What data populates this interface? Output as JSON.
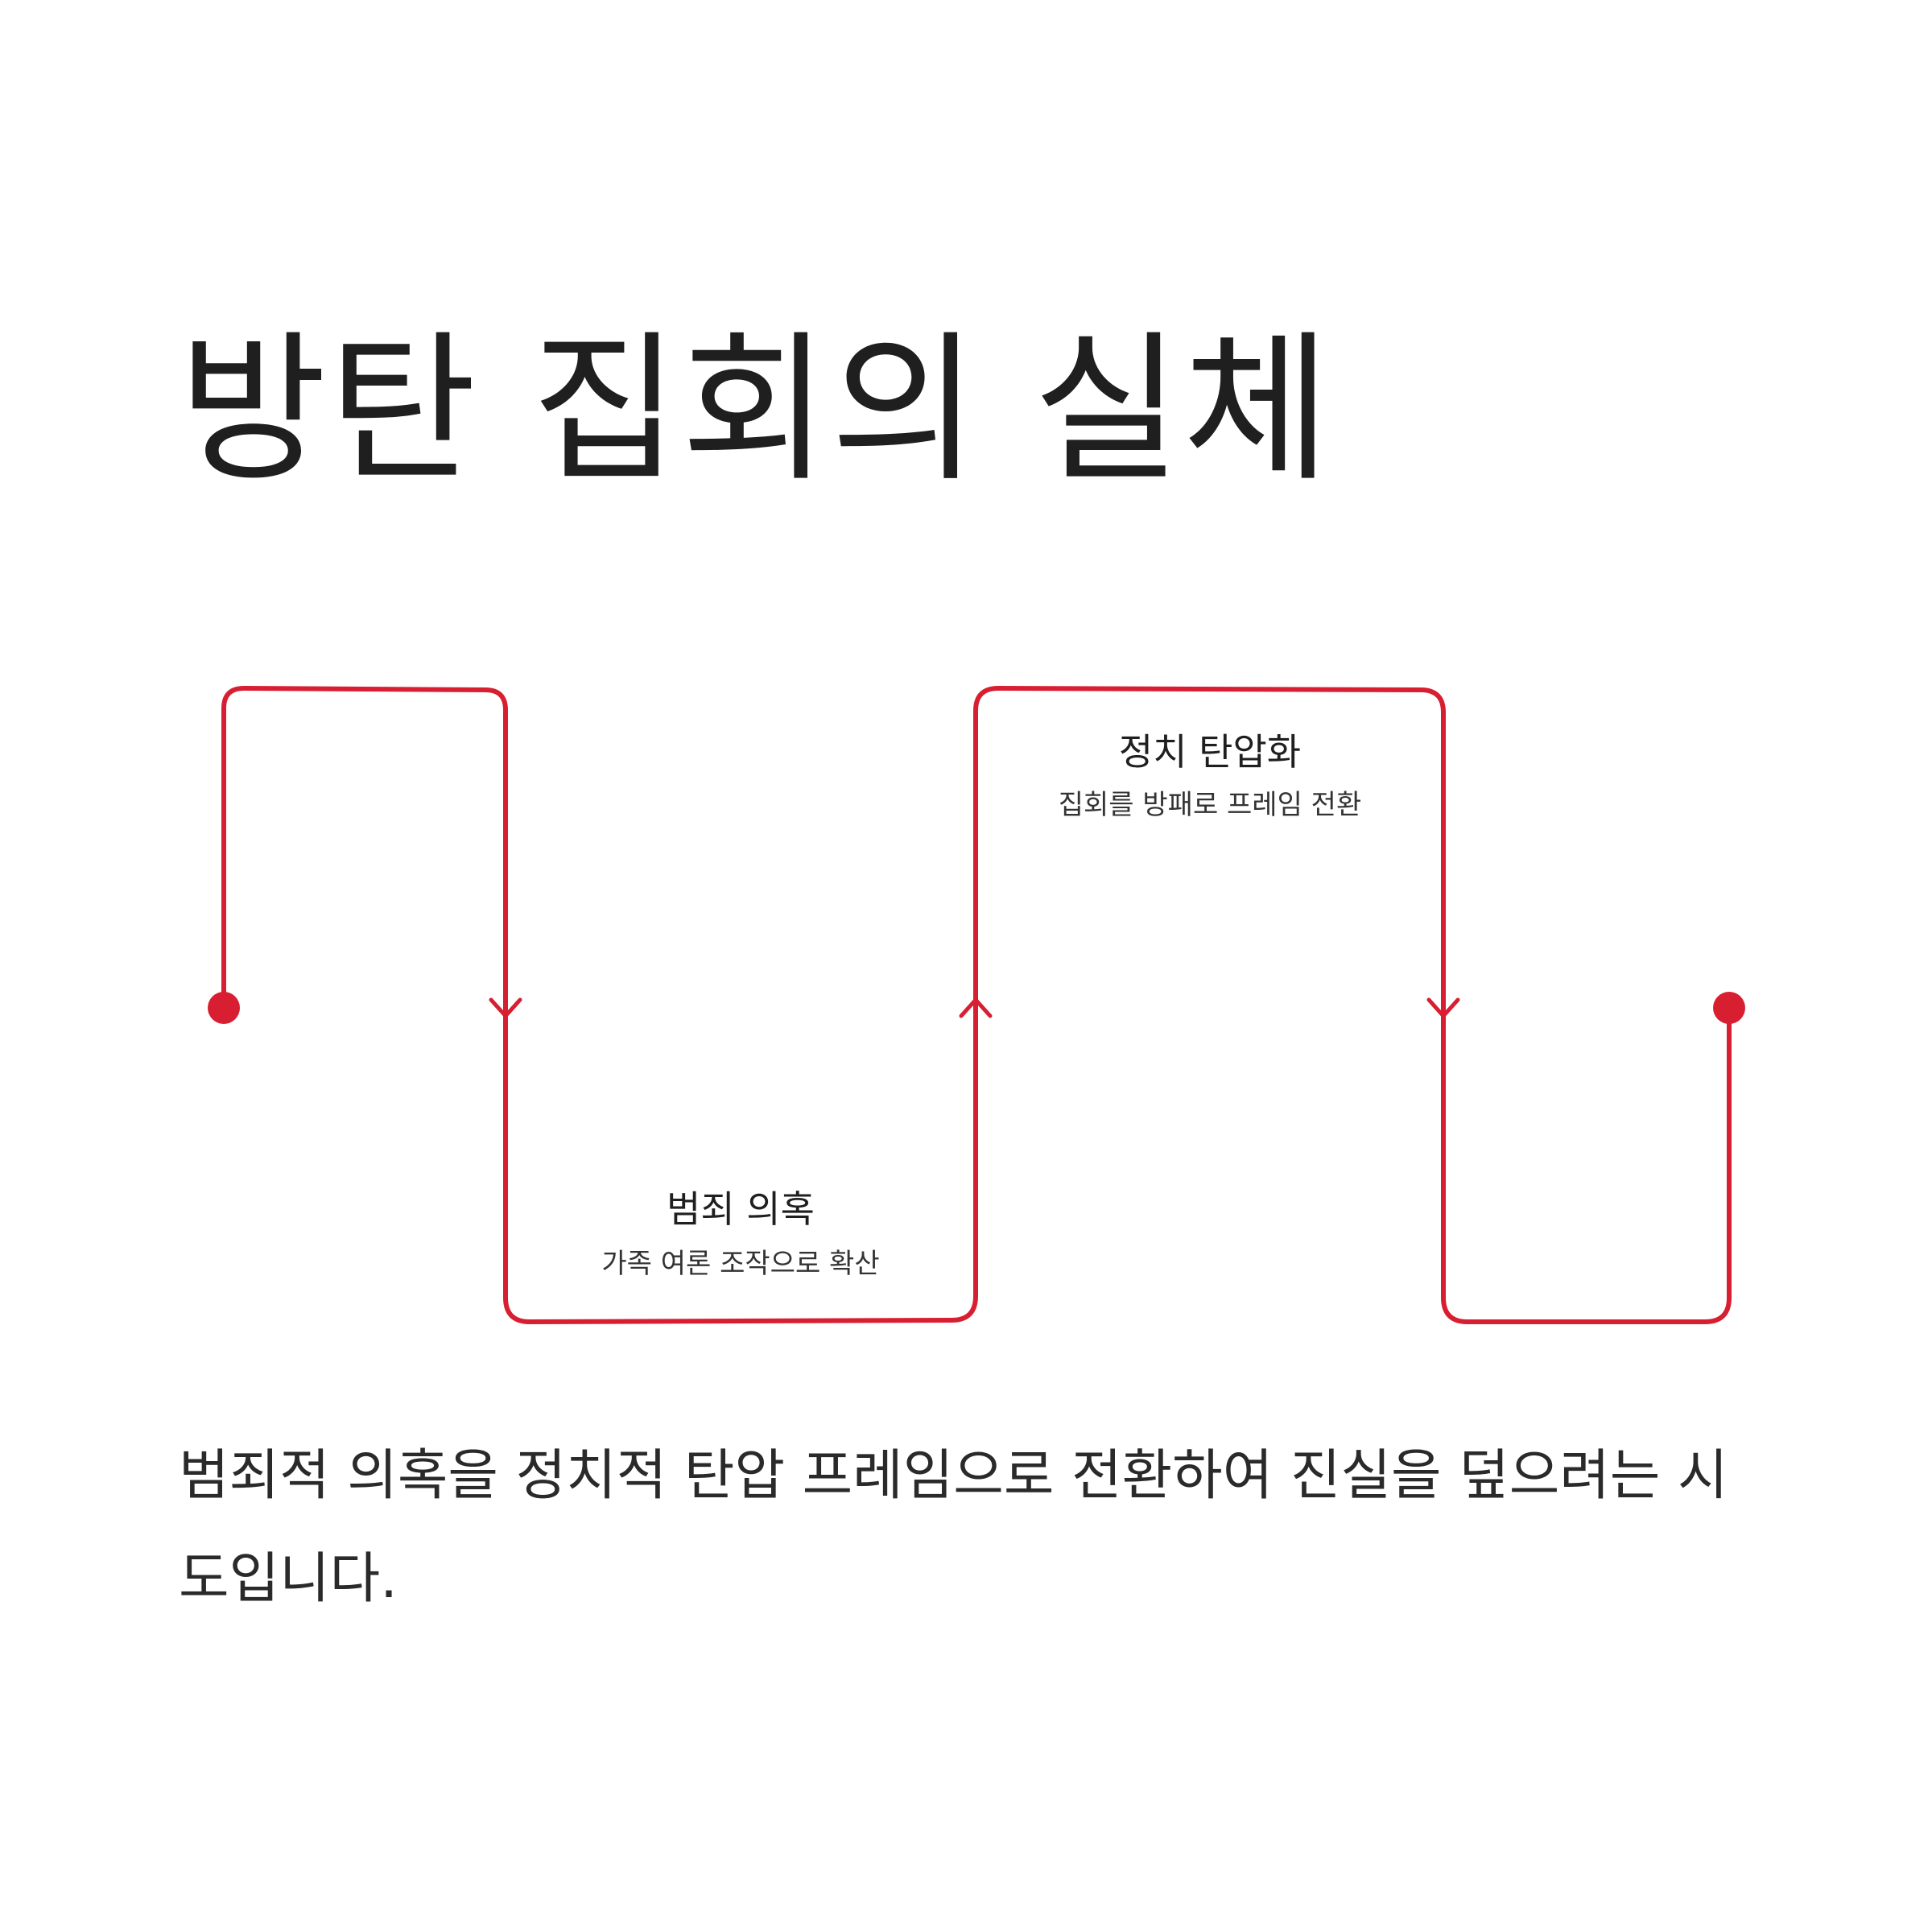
{
  "title": "방탄 집회의 실체",
  "accent_color": "#d81f32",
  "steps": [
    {
      "title": "범죄 의혹",
      "subtitle": "가족 여론 조작으로 확산"
    },
    {
      "title": "정치 탄압화",
      "subtitle": "집회를 방패로 프레임 전환"
    }
  ],
  "caption": "범죄적 의혹을 정치적 탄압 프레임으로 전환하여 진실을 덮으려는 시도입니다."
}
